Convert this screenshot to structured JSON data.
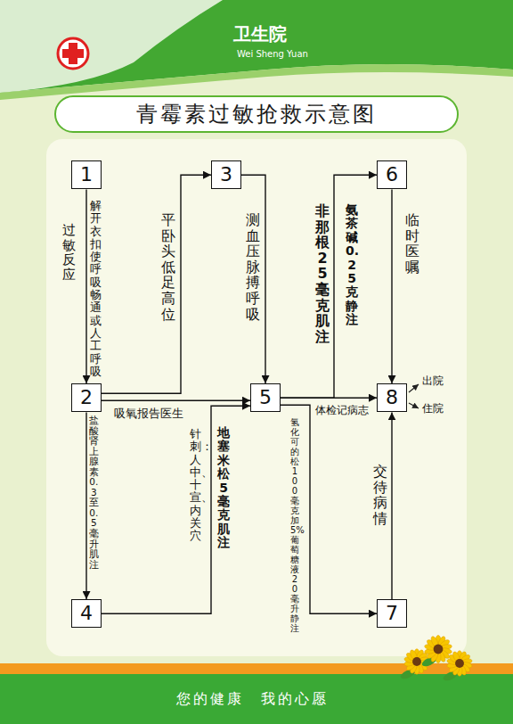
{
  "diagram": {
    "title": "青霉素过敏抢救示意图",
    "nodes": [
      {
        "text": [
          "1"
        ]
      },
      {
        "text": [
          "2"
        ]
      },
      {
        "text": [
          "3"
        ]
      },
      {
        "text": [
          "4"
        ]
      },
      {
        "text": [
          "5"
        ]
      },
      {
        "text": [
          "6"
        ]
      },
      {
        "text": [
          "7"
        ]
      },
      {
        "text": [
          "8"
        ]
      }
    ],
    "edges": [
      {
        "from": 0,
        "to": 1,
        "arrow": "to",
        "label": "解开衣扣使呼吸畅通或人工呼吸"
      },
      {
        "from": 1,
        "to": 2,
        "arrow": "to",
        "label": "平卧头低足高位"
      },
      {
        "from": 2,
        "to": 4,
        "arrow": "to",
        "label": "测血压脉搏呼吸"
      },
      {
        "from": 1,
        "to": 4,
        "arrow": "to",
        "label": "吸氧报告医生"
      },
      {
        "from": 1,
        "to": 3,
        "arrow": "to",
        "label": "盐酸肾上腺素0.3至0.5毫升肌注"
      },
      {
        "from": 3,
        "to": 4,
        "arrow": "to",
        "label": "地塞米松5毫克肌注"
      },
      {
        "from": 4,
        "to": 5,
        "arrow": "to",
        "label": "非那根25毫克肌注"
      },
      {
        "from": 4,
        "to": 7,
        "arrow": "to",
        "label": "体检记病志"
      },
      {
        "from": 4,
        "to": 6,
        "arrow": "to",
        "label": "氢化可的松100毫克加5%葡萄糖液20毫升静注"
      },
      {
        "from": 5,
        "to": 7,
        "arrow": "to",
        "label": "临时医嘱"
      },
      {
        "from": 6,
        "to": 7,
        "arrow": "to",
        "label": "交待病情"
      }
    ],
    "labels": [
      "卫生院",
      "Wei Sheng Yuan",
      "过敏反应",
      "针刺：人中、十宣、内关穴",
      "氨茶碱0.25克静注",
      "出院",
      "住院",
      "您的健康　我的心愿"
    ]
  }
}
